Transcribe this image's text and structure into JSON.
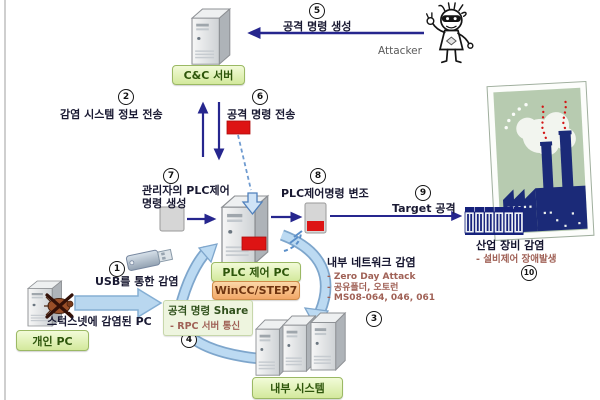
{
  "labels": {
    "attacker": "Attacker"
  },
  "nodes": {
    "cnc": {
      "label": "C&C 서버"
    },
    "plc": {
      "label": "PLC 제어 PC",
      "software": "WinCC/STEP7"
    },
    "personal": {
      "label": "개인 PC",
      "caption": "스턱스넷에 감염된 PC"
    },
    "internal": {
      "label": "내부 시스템"
    }
  },
  "steps": {
    "1": {
      "num": "1",
      "label": "USB를 통한 감염"
    },
    "2": {
      "num": "2",
      "label": "감염 시스템 정보 전송"
    },
    "3": {
      "num": "3"
    },
    "4": {
      "num": "4"
    },
    "5": {
      "num": "5",
      "label": "공격 명령 생성"
    },
    "6": {
      "num": "6",
      "label": "공격 명령 전송"
    },
    "7": {
      "num": "7",
      "label_line1": "관리자의 PLC제어",
      "label_line2": "명령 생성"
    },
    "8": {
      "num": "8",
      "label": "PLC제어명령 변조"
    },
    "9": {
      "num": "9",
      "label": "Target 공격"
    },
    "10": {
      "num": "10"
    }
  },
  "notes": {
    "share": {
      "title": "공격 명령 Share",
      "lines": [
        "- RPC 서버 통신"
      ]
    },
    "network": {
      "title": "내부 네트워크 감염",
      "lines": [
        "- Zero Day Attack",
        "- 공유폴더, 오토런",
        "- MS08-064, 046, 061"
      ]
    },
    "industry": {
      "title": "산업 장비 감염",
      "lines": [
        "- 설비제어 장애발생"
      ]
    }
  },
  "colors": {
    "arrow_navy": "#26268e",
    "flow_blue": "#b9d8f0",
    "alert_red": "#dd1414",
    "node_green": "#d9ef9f",
    "node_orange": "#f5b277"
  }
}
